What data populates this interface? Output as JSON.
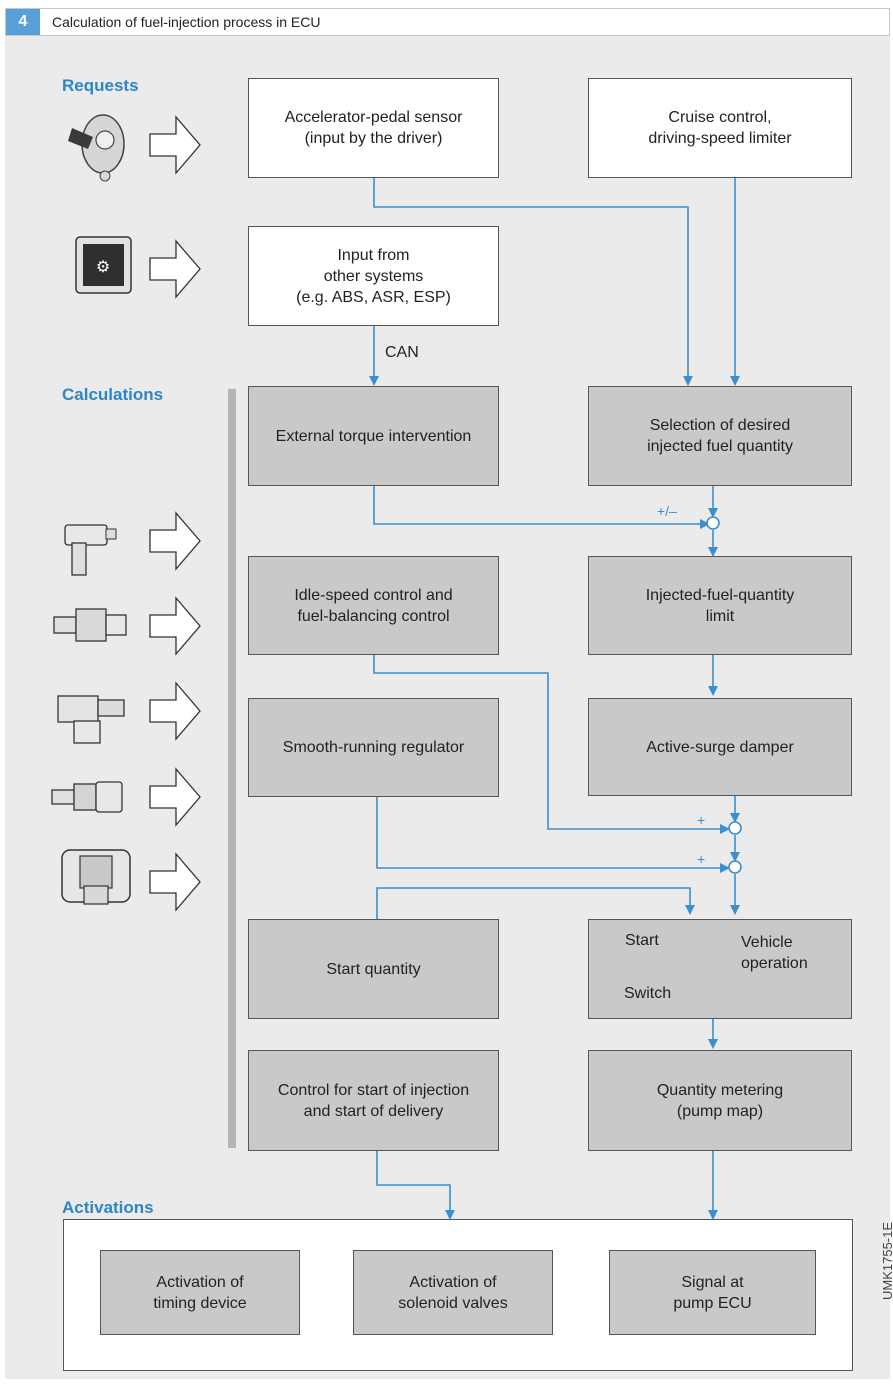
{
  "figure": {
    "number": "4",
    "title": "Calculation of fuel-injection process in ECU",
    "code": "UMK1755-1E"
  },
  "sections": {
    "requests": "Requests",
    "calculations": "Calculations",
    "activations": "Activations"
  },
  "boxes": {
    "pedal": "Accelerator-pedal sensor\n(input by the driver)",
    "cruise": "Cruise control,\ndriving-speed limiter",
    "other": "Input from\nother systems\n(e.g. ABS, ASR, ESP)",
    "torque": "External torque intervention",
    "selection": "Selection of desired\ninjected fuel quantity",
    "idle": "Idle-speed control and\nfuel-balancing control",
    "limit": "Injected-fuel-quantity\nlimit",
    "smooth": "Smooth-running regulator",
    "surge": "Active-surge damper",
    "start_qty": "Start quantity",
    "control": "Control for start of injection\nand start of delivery",
    "metering": "Quantity metering\n(pump map)",
    "timing": "Activation of\ntiming device",
    "solenoid": "Activation of\nsolenoid valves",
    "signal": "Signal at\npump ECU"
  },
  "labels": {
    "can": "CAN",
    "plus_minus": "+/–",
    "plus1": "+",
    "plus2": "+",
    "switch_start": "Start",
    "switch_vehicle": "Vehicle\noperation",
    "switch_label": "Switch"
  },
  "colors": {
    "accent": "#2e86c8",
    "box_gray": "#c9c9c9",
    "panel": "#ebebeb",
    "wire": "#3b8fcf"
  },
  "icons": [
    "pedal-sensor-icon",
    "ecu-module-icon",
    "speed-sensor-icon",
    "pressure-sensor-icon",
    "needle-motion-sensor-icon",
    "temperature-sensor-icon",
    "air-mass-meter-icon"
  ]
}
